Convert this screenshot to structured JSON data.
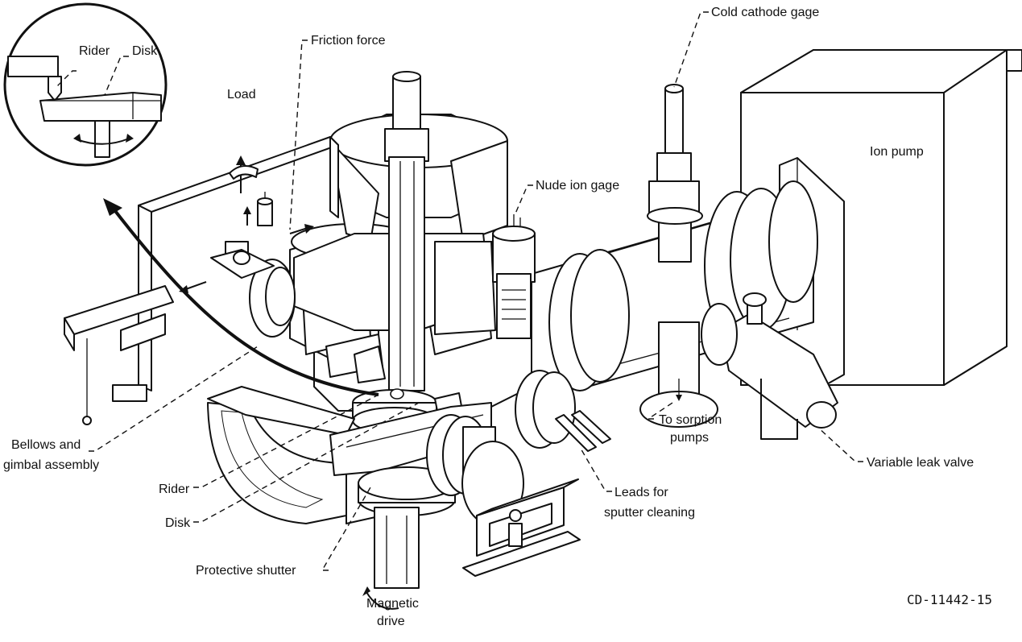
{
  "labels": {
    "friction_force": "Friction force",
    "cold_cathode_gage": "Cold cathode gage",
    "rider_inset": "Rider",
    "disk_inset": "Disk",
    "load": "Load",
    "ion_pump": "Ion pump",
    "nude_ion_gage": "Nude ion gage",
    "bellows_line1": "Bellows and",
    "bellows_line2": "gimbal assembly",
    "rider": "Rider",
    "disk": "Disk",
    "to_sorption_line1": "To sorption",
    "to_sorption_line2": "pumps",
    "variable_leak_valve": "Variable leak valve",
    "leads_line1": "Leads for",
    "leads_line2": "sputter cleaning",
    "protective_shutter": "Protective shutter",
    "magnetic_line1": "Magnetic",
    "magnetic_line2": "drive",
    "figure_code": "CD-11442-15"
  }
}
